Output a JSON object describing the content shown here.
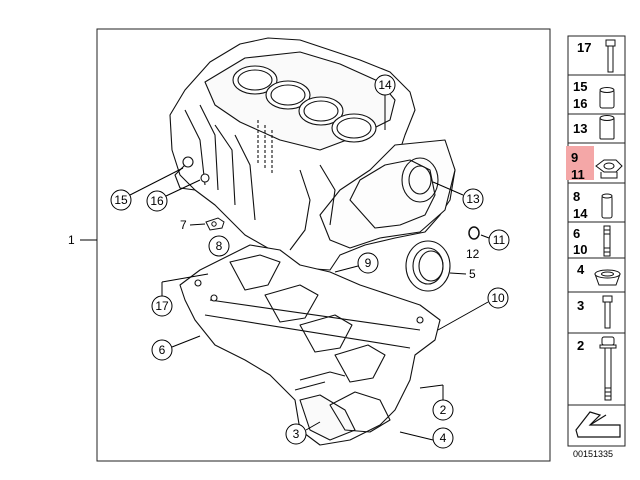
{
  "main_label": "1",
  "callouts": [
    {
      "id": "14",
      "circled": true
    },
    {
      "id": "15",
      "circled": true
    },
    {
      "id": "16",
      "circled": true
    },
    {
      "id": "13",
      "circled": true
    },
    {
      "id": "7",
      "circled": false
    },
    {
      "id": "8",
      "circled": true
    },
    {
      "id": "11",
      "circled": true
    },
    {
      "id": "12",
      "circled": false
    },
    {
      "id": "9",
      "circled": true
    },
    {
      "id": "5",
      "circled": false
    },
    {
      "id": "17",
      "circled": true
    },
    {
      "id": "10",
      "circled": true
    },
    {
      "id": "6",
      "circled": true
    },
    {
      "id": "2",
      "circled": true
    },
    {
      "id": "3",
      "circled": true
    },
    {
      "id": "4",
      "circled": true
    }
  ],
  "sidebar": {
    "cells": [
      {
        "labels": [
          "17"
        ],
        "icon": "long-bolt-icon"
      },
      {
        "labels": [
          "15",
          "16"
        ],
        "icon": "plug-icon"
      },
      {
        "labels": [
          "13"
        ],
        "icon": "sleeve-icon"
      },
      {
        "labels": [
          "9",
          "11"
        ],
        "icon": "hex-plug-icon",
        "highlighted": true
      },
      {
        "labels": [
          "8",
          "14"
        ],
        "icon": "dowel-pin-icon"
      },
      {
        "labels": [
          "6",
          "10"
        ],
        "icon": "stud-bolt-icon"
      },
      {
        "labels": [
          "4"
        ],
        "icon": "seal-ring-icon"
      },
      {
        "labels": [
          "3"
        ],
        "icon": "hex-bolt-icon"
      },
      {
        "labels": [
          "2"
        ],
        "icon": "flange-bolt-icon"
      },
      {
        "labels": [],
        "icon": "arrow-symbol-icon"
      }
    ],
    "highlight_color": "#f4a7a7"
  },
  "doc_number": "00151335"
}
